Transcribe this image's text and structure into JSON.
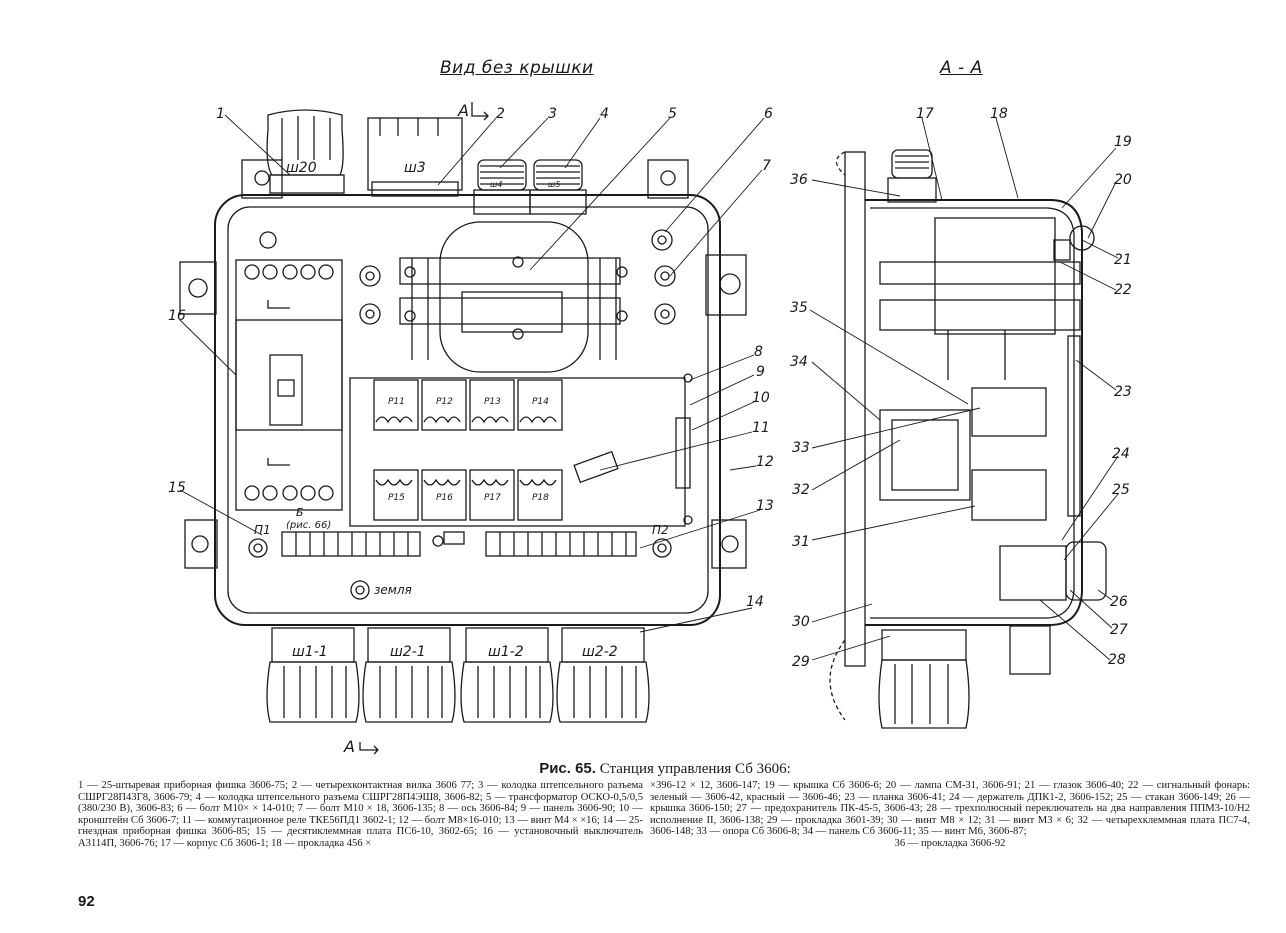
{
  "views": {
    "front_title": "Вид без крышки",
    "section_title": "А - А"
  },
  "front": {
    "plug_labels_top": [
      "ш20",
      "ш3",
      "ш4",
      "ш5"
    ],
    "plug_labels_bottom": [
      "ш1-1",
      "ш2-1",
      "ш1-2",
      "ш2-2"
    ],
    "relay_labels": [
      "Р11",
      "Р12",
      "Р13",
      "Р14",
      "Р15",
      "Р16",
      "Р17",
      "Р18"
    ],
    "terminal_left": "П1",
    "terminal_right": "П2",
    "ground_label": "земля",
    "b_label": "Б",
    "b_ref": "(рис. 66)",
    "section_mark_top": "А",
    "section_mark_bottom": "А"
  },
  "callouts": {
    "front": [
      "1",
      "2",
      "3",
      "4",
      "5",
      "6",
      "7",
      "8",
      "9",
      "10",
      "11",
      "12",
      "13",
      "14",
      "15",
      "16"
    ],
    "section": [
      "17",
      "18",
      "19",
      "20",
      "21",
      "22",
      "23",
      "24",
      "25",
      "26",
      "27",
      "28",
      "29",
      "30",
      "31",
      "32",
      "33",
      "34",
      "35",
      "36"
    ]
  },
  "caption": {
    "prefix": "Рис. 65.",
    "title": "Станция управления Сб 3606:"
  },
  "legend": {
    "left": "1 — 25-штыревая приборная фишка 3606-75; 2 — четырехконтактная вилка 3606 77; 3 — колодка штепсельного разъема СШРГ28П43Г8, 3606-79; 4 — колодка штепсельного разъема СШРГ28П4ЭШ8, 3606-82; 5 — трансформатор ОСКО-0,5/0,5 (380/230 В), 3606-83; 6 — болт М10× × 14-010; 7 — болт М10 × 18, 3606-135; 8 — ось 3606-84; 9 — панель 3606-90; 10 — кронштейн Сб 3606-7; 11 — коммутационное реле ТКЕ56ПД1 3602-1; 12 — болт М8×16-010; 13 — винт М4 × ×16; 14 — 25-гнездная приборная фишка 3606-85; 15 — десятиклеммная плата ПС6-10, 3602-65; 16 — установочный выключатель А3114П, 3606-76; 17 — корпус Сб 3606-1; 18 — прокладка 456 ×",
    "right": "×396-12 × 12, 3606-147; 19 — крышка Сб 3606-6; 20 — лампа СМ-31, 3606-91; 21 — глазок 3606-40; 22 — сигнальный фонарь: зеленый — 3606-42, красный — 3606-46; 23 — планка 3606-41; 24 — держатель ДПК1-2, 3606-152; 25 — стакан 3606-149; 26 — крышка 3606-150; 27 — предохранитель ПК-45-5, 3606-43; 28 — трехполюсный переключатель на два направления ППМ3-10/Н2 исполнение II, 3606-138; 29 — прокладка 3601-39; 30 — винт М8 × 12; 31 — винт М3 × 6; 32 — четырехклеммная плата ПС7-4, 3606-148; 33 — опора Сб 3606-8; 34 — панель Сб 3606-11; 35 — винт М6, 3606-87;",
    "right_last": "36 — прокладка 3606-92"
  },
  "page_number": "92"
}
